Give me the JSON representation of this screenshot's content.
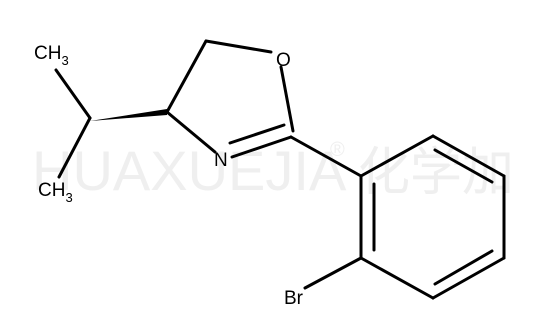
{
  "watermark": {
    "latin": "HUAXUEJIA",
    "registered": "®",
    "chinese": "化学加"
  },
  "atoms": {
    "oxygen": "O",
    "nitrogen": "N",
    "bromine": "Br",
    "methyl_top": {
      "main": "CH",
      "sub": "3"
    },
    "methyl_bottom": {
      "main": "CH",
      "sub": "3"
    }
  },
  "colors": {
    "bond": "#000000",
    "text": "#000000",
    "watermark": "#efefef",
    "background": "#ffffff"
  }
}
